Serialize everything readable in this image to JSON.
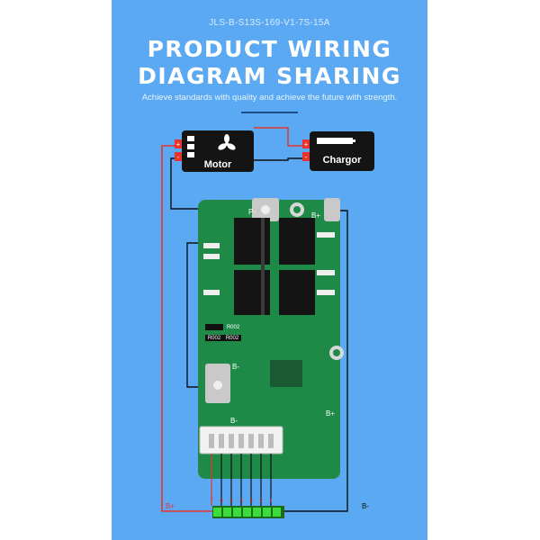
{
  "model_code": "JLS-B-S13S-169-V1-7S-15A",
  "title_line1": "PRODUCT WIRING",
  "title_line2": "DIAGRAM SHARING",
  "subtitle": "Achieve standards with quality and achieve the future with strength.",
  "motor": {
    "label": "Motor",
    "plus": "+",
    "minus": "-"
  },
  "charger": {
    "label": "Chargor",
    "plus": "+",
    "minus": "-"
  },
  "pcb": {
    "p_minus": "P-",
    "b_plus": "B+",
    "b_minus": "B-",
    "b_minus_2": "B-",
    "b_plus_pad": "B+",
    "part_label_1": "R002",
    "part_label_2": "R002",
    "part_label_3": "R002"
  },
  "wiring": {
    "b_plus": "B+",
    "b_minus": "B-",
    "balance_numbers": [
      "7",
      "6",
      "5",
      "4",
      "3",
      "2",
      "1"
    ]
  },
  "colors": {
    "background": "#5aa9f2",
    "wire_red": "#e8342e",
    "wire_black": "#111111",
    "pcb": "#1f8a47",
    "cell": "#3ddc3d"
  }
}
